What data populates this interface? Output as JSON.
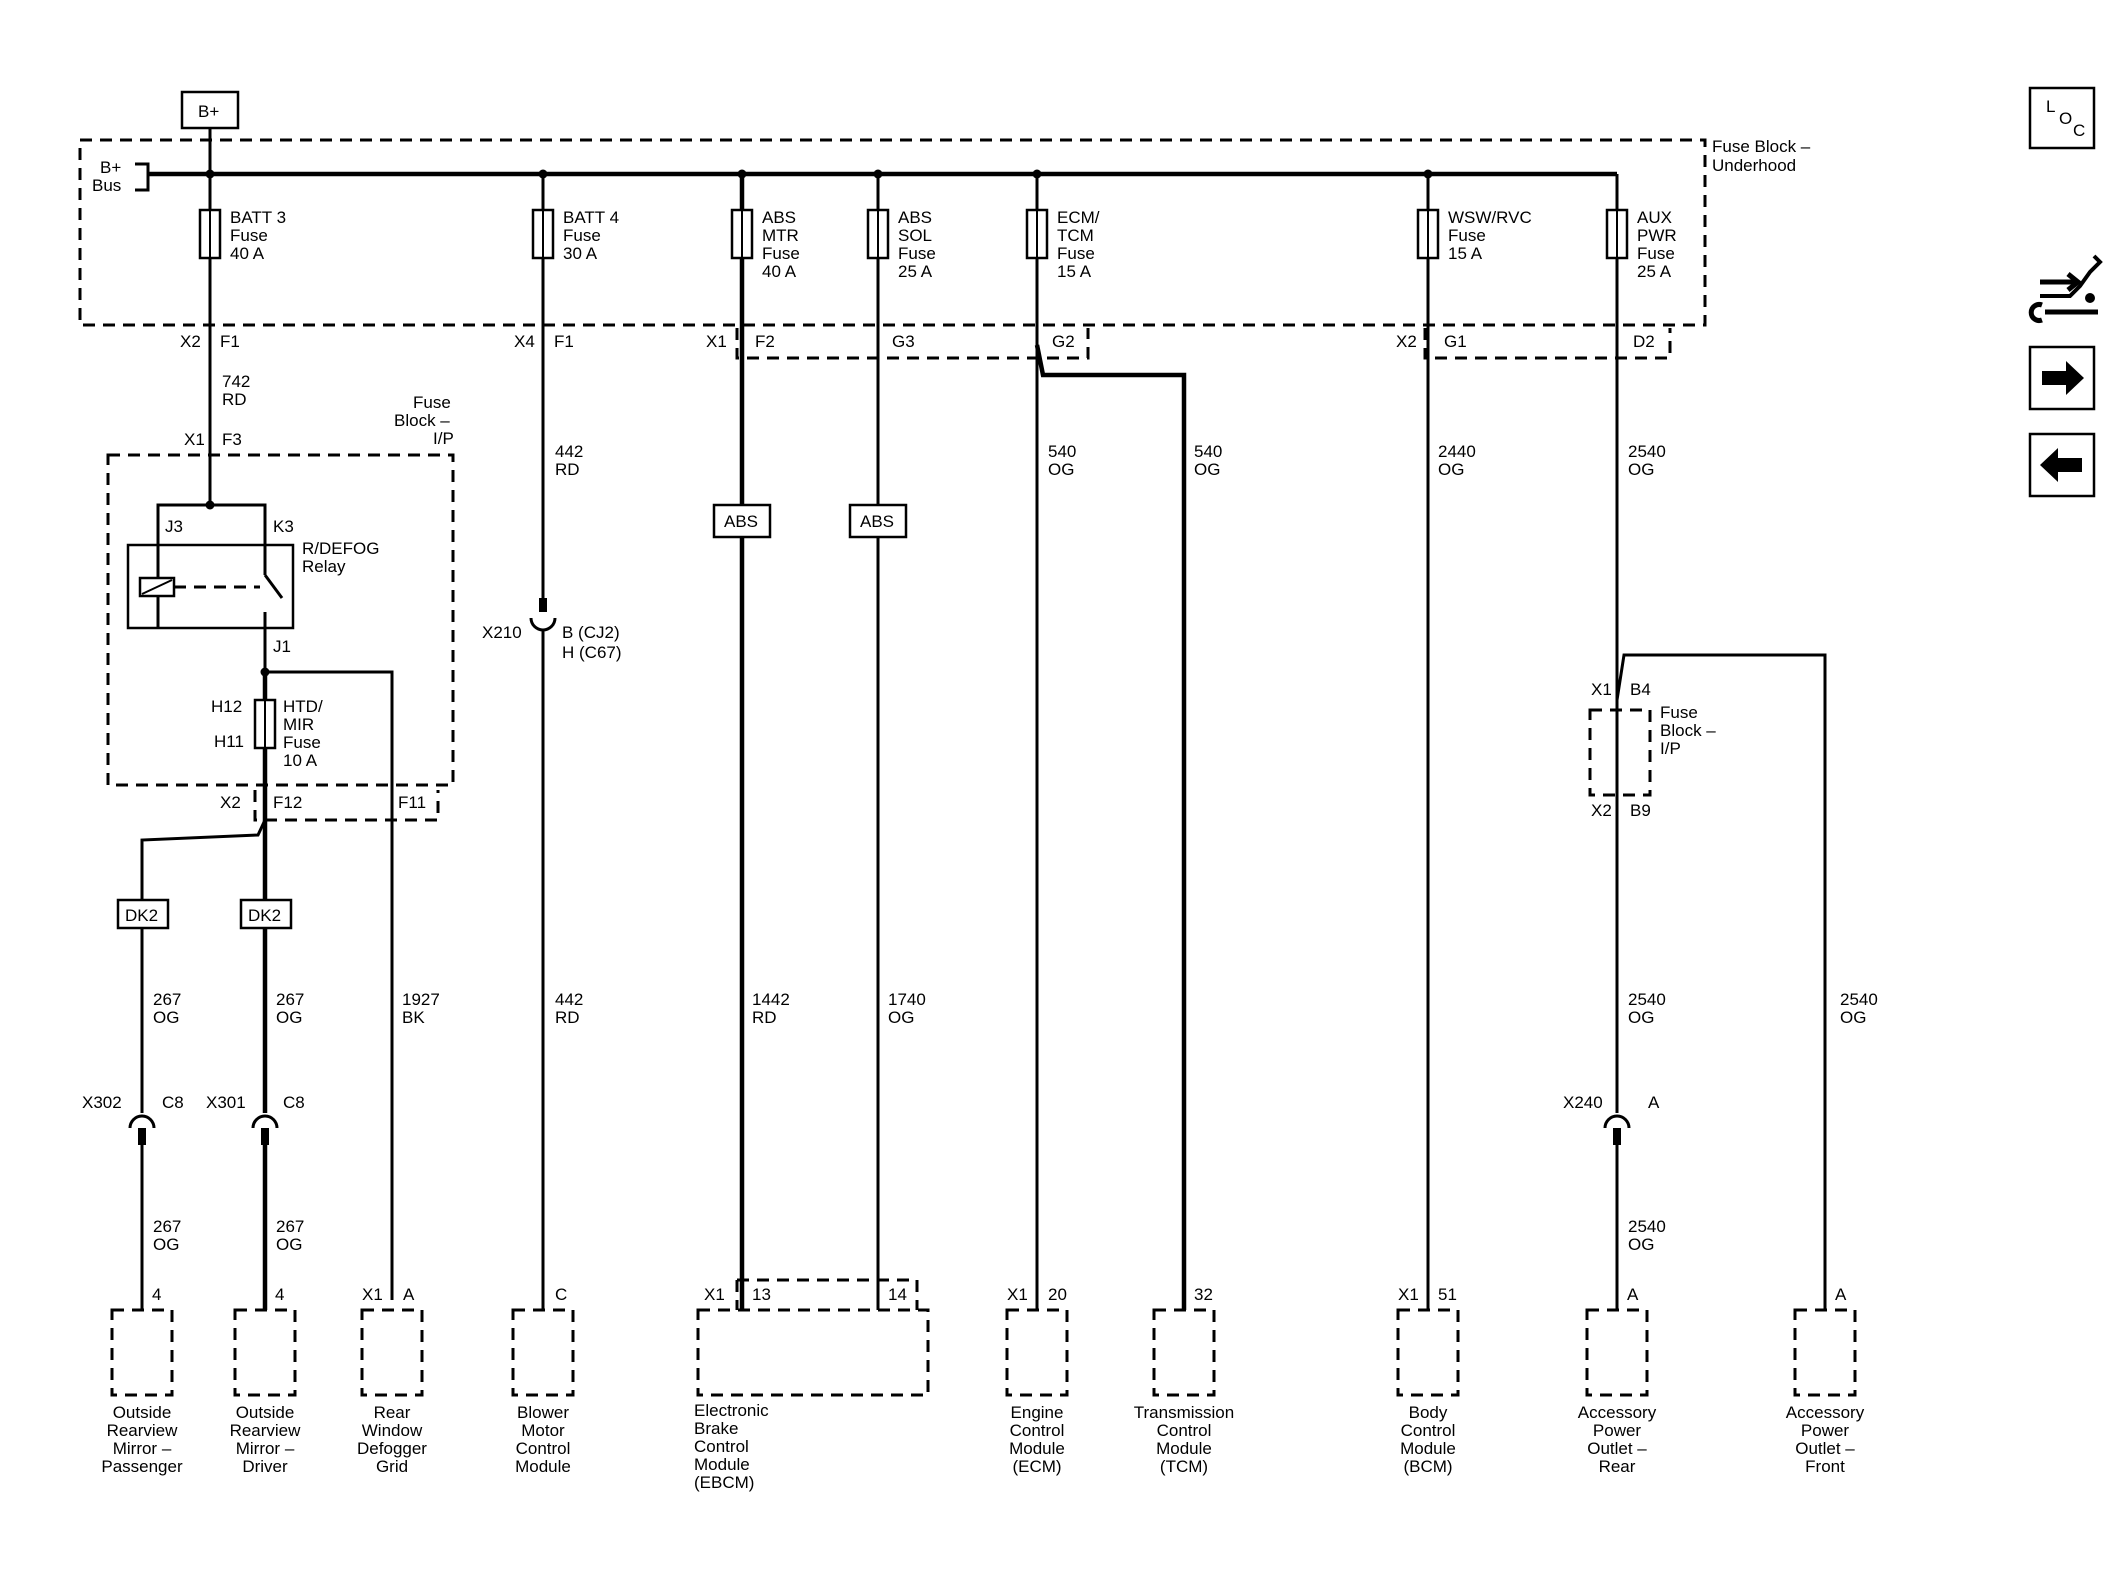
{
  "power": {
    "label": "B+",
    "bus": [
      "B+",
      "Bus"
    ]
  },
  "fuse_block_underhood": [
    "Fuse Block –",
    "Underhood"
  ],
  "fuse_block_ip": [
    "Fuse",
    "Block –",
    "I/P"
  ],
  "fuse_block_ip_right": [
    "Fuse",
    "Block –",
    "I/P"
  ],
  "fuses": {
    "batt3": [
      "BATT 3",
      "Fuse",
      "40 A"
    ],
    "batt4": [
      "BATT 4",
      "Fuse",
      "30 A"
    ],
    "abs_mtr": [
      "ABS",
      "MTR",
      "Fuse",
      "40 A"
    ],
    "abs_sol": [
      "ABS",
      "SOL",
      "Fuse",
      "25 A"
    ],
    "ecm_tcm": [
      "ECM/",
      "TCM",
      "Fuse",
      "15 A"
    ],
    "wsw_rvc": [
      "WSW/RVC",
      "Fuse",
      "15 A"
    ],
    "aux_pwr": [
      "AUX",
      "PWR",
      "Fuse",
      "25 A"
    ],
    "htd_mir": [
      "HTD/",
      "MIR",
      "Fuse",
      "10 A"
    ]
  },
  "relay": {
    "label": [
      "R/DEFOG",
      "Relay"
    ],
    "pins": [
      "J3",
      "K3",
      "J1"
    ]
  },
  "connectors": {
    "x2_f1": [
      "X2",
      "F1"
    ],
    "x4_f1": [
      "X4",
      "F1"
    ],
    "x1_f2": [
      "X1",
      "F2"
    ],
    "g3": "G3",
    "g2": "G2",
    "x2_g1": [
      "X2",
      "G1"
    ],
    "d2": "D2",
    "x1_f3": [
      "X1",
      "F3"
    ],
    "h12": "H12",
    "h11": "H11",
    "x2_f12": [
      "X2",
      "F12"
    ],
    "f11": "F11",
    "x210": "X210",
    "x210_pins": [
      "B (CJ2)",
      "H (C67)"
    ],
    "x1_b4": [
      "X1",
      "B4"
    ],
    "x2_b9": [
      "X2",
      "B9"
    ],
    "x302": [
      "X302",
      "C8"
    ],
    "x301": [
      "X301",
      "C8"
    ],
    "x240": [
      "X240",
      "A"
    ]
  },
  "wires": {
    "w742": [
      "742",
      "RD"
    ],
    "w442a": [
      "442",
      "RD"
    ],
    "w442b": [
      "442",
      "RD"
    ],
    "w540a": [
      "540",
      "OG"
    ],
    "w540b": [
      "540",
      "OG"
    ],
    "w2440": [
      "2440",
      "OG"
    ],
    "w2540a": [
      "2540",
      "OG"
    ],
    "w267a": [
      "267",
      "OG"
    ],
    "w267b": [
      "267",
      "OG"
    ],
    "w1927": [
      "1927",
      "BK"
    ],
    "w1442": [
      "1442",
      "RD"
    ],
    "w1740": [
      "1740",
      "OG"
    ],
    "w2540b": [
      "2540",
      "OG"
    ],
    "w2540c": [
      "2540",
      "OG"
    ],
    "w267c": [
      "267",
      "OG"
    ],
    "w267d": [
      "267",
      "OG"
    ],
    "w2540d": [
      "2540",
      "OG"
    ]
  },
  "tags": {
    "abs": "ABS",
    "dk2": "DK2"
  },
  "pins": {
    "p_pass": "4",
    "p_drv": "4",
    "p_rear": [
      "X1",
      "A"
    ],
    "p_blower": "C",
    "p_ebcm": [
      "X1",
      "13",
      "14"
    ],
    "p_ecm": [
      "X1",
      "20"
    ],
    "p_tcm": "32",
    "p_bcm": [
      "X1",
      "51"
    ],
    "p_apo_r": "A",
    "p_apo_f": "A"
  },
  "components": {
    "mirror_pass": [
      "Outside",
      "Rearview",
      "Mirror –",
      "Passenger"
    ],
    "mirror_drv": [
      "Outside",
      "Rearview",
      "Mirror –",
      "Driver"
    ],
    "defogger": [
      "Rear",
      "Window",
      "Defogger",
      "Grid"
    ],
    "blower": [
      "Blower",
      "Motor",
      "Control",
      "Module"
    ],
    "ebcm": [
      "Electronic",
      "Brake",
      "Control",
      "Module",
      "(EBCM)"
    ],
    "ecm": [
      "Engine",
      "Control",
      "Module",
      "(ECM)"
    ],
    "tcm": [
      "Transmission",
      "Control",
      "Module",
      "(TCM)"
    ],
    "bcm": [
      "Body",
      "Control",
      "Module",
      "(BCM)"
    ],
    "apo_rear": [
      "Accessory",
      "Power",
      "Outlet –",
      "Rear"
    ],
    "apo_front": [
      "Accessory",
      "Power",
      "Outlet –",
      "Front"
    ]
  },
  "nav": {
    "loc": [
      "L",
      "O",
      "C"
    ]
  }
}
